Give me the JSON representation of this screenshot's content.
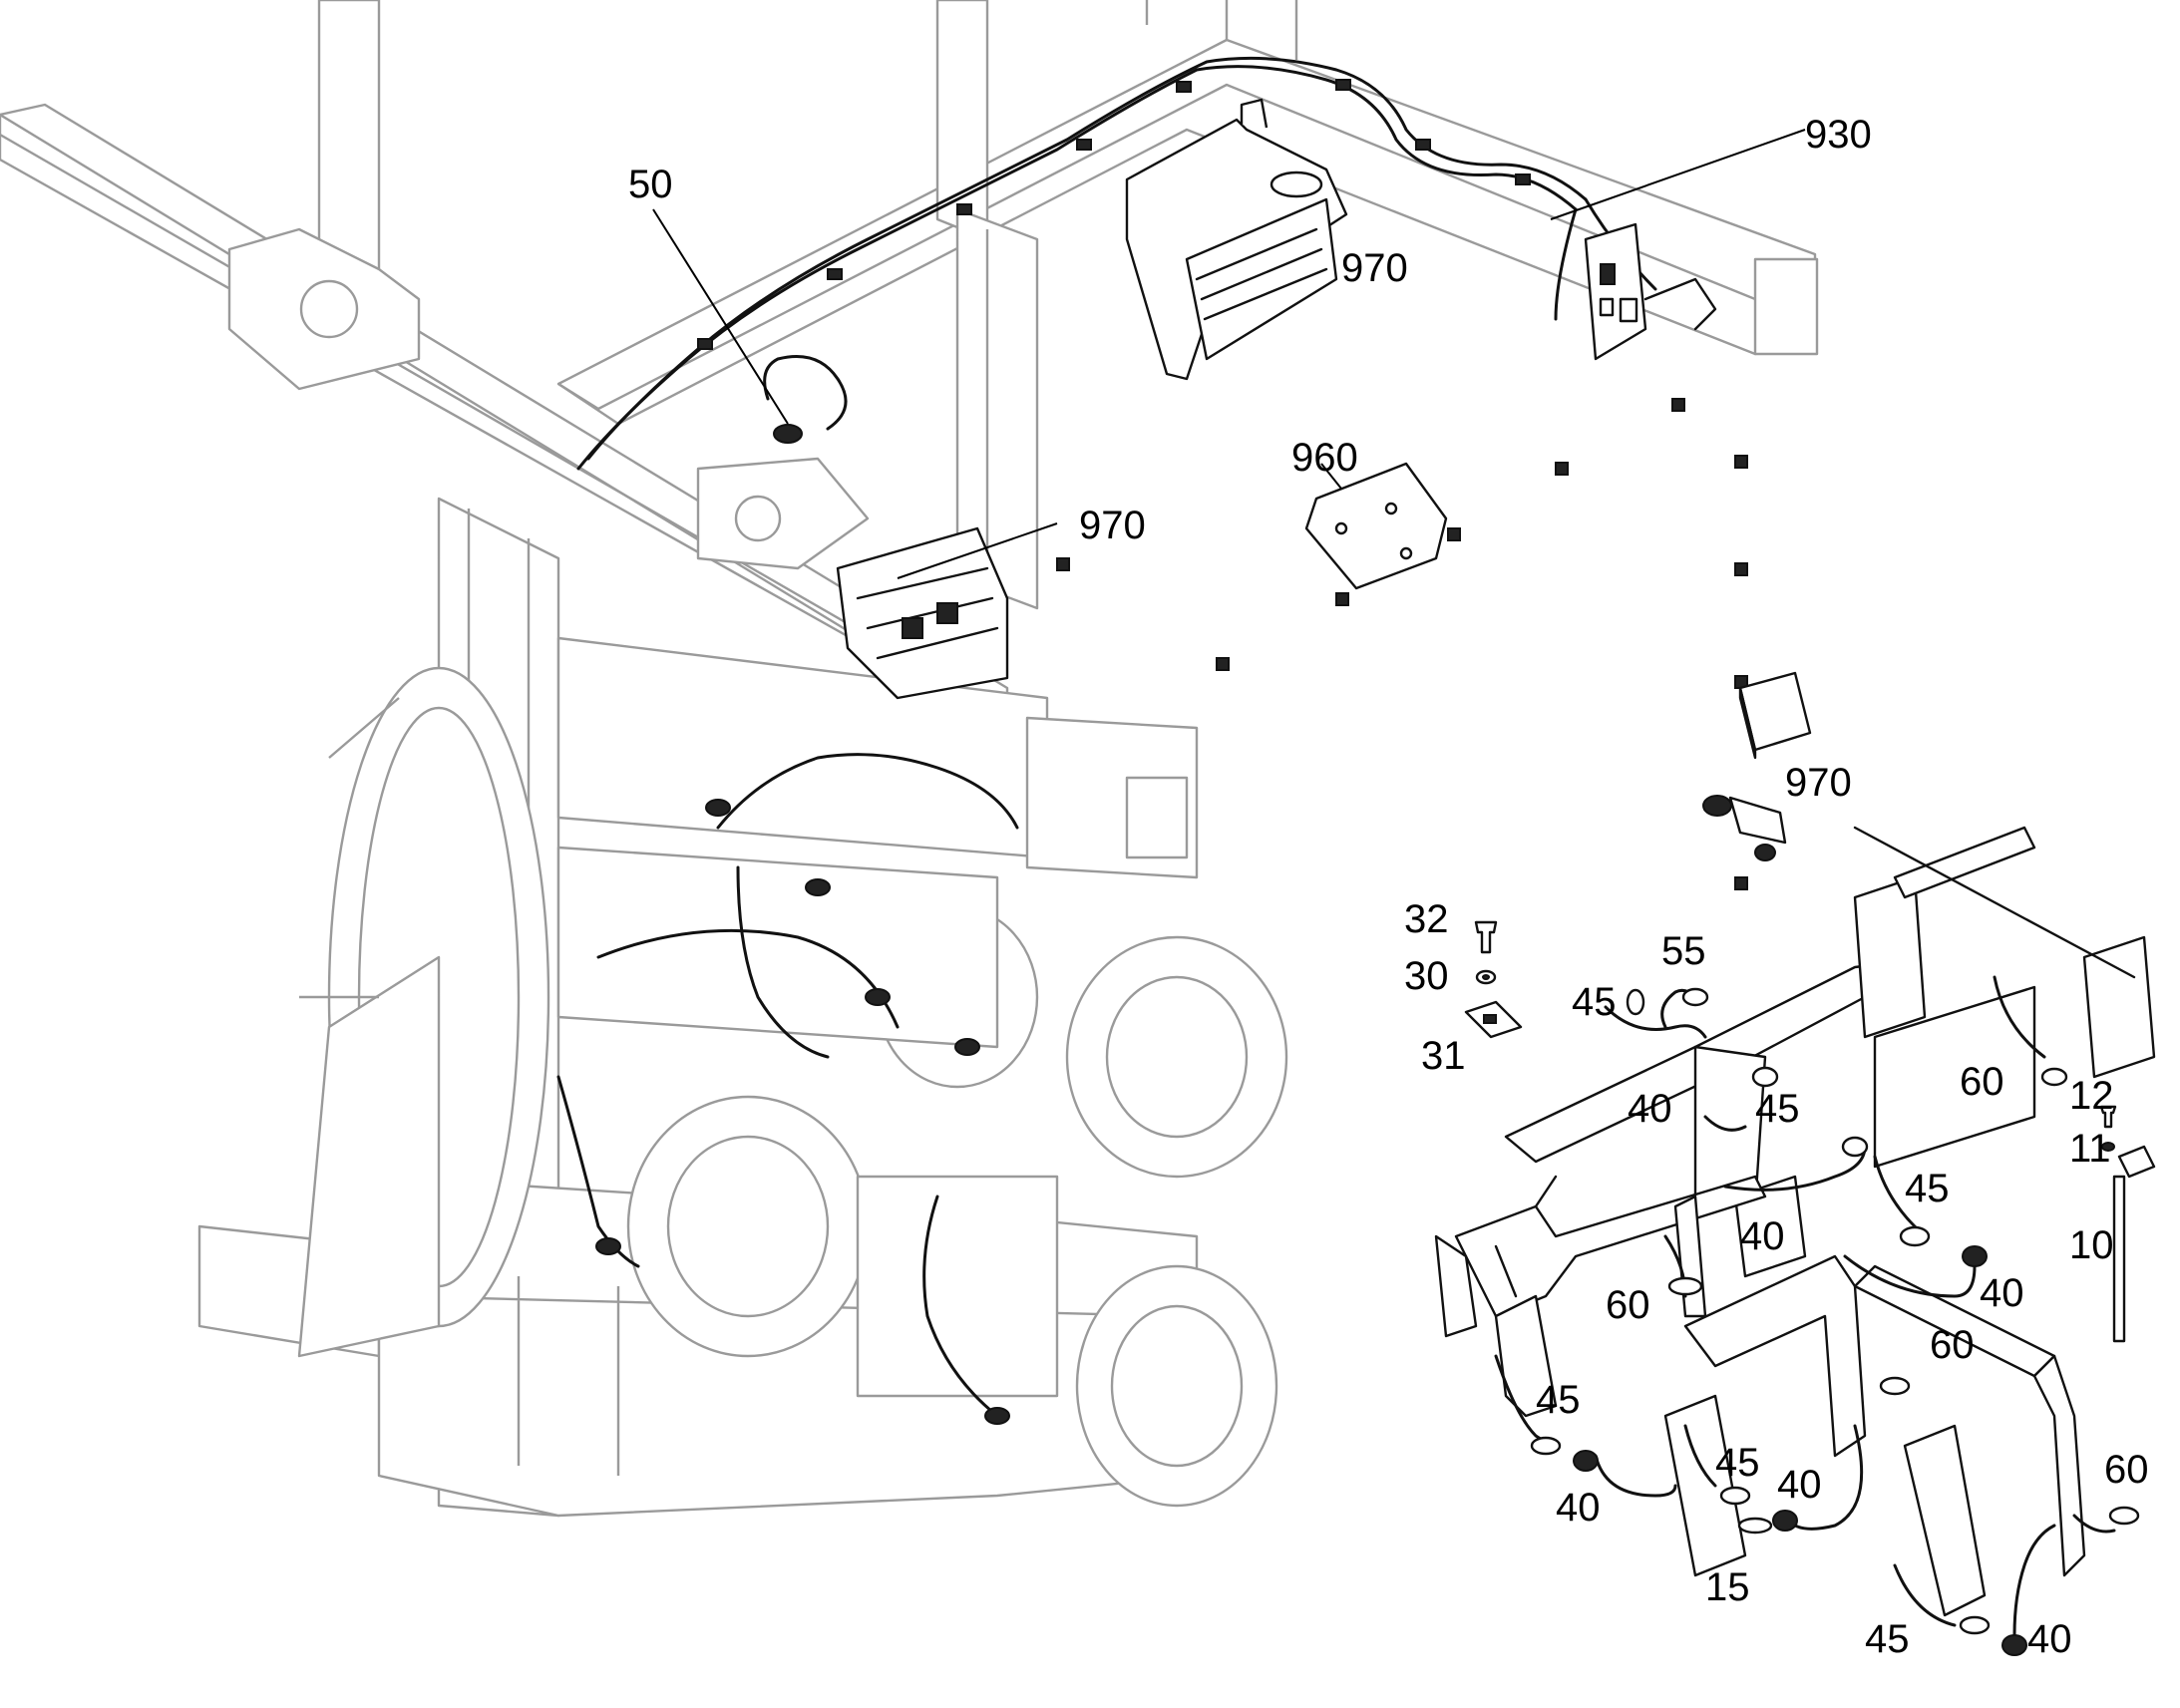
{
  "callouts": [
    {
      "id": "c-50",
      "text": "50"
    },
    {
      "id": "c-930",
      "text": "930"
    },
    {
      "id": "c-970a",
      "text": "970"
    },
    {
      "id": "c-960",
      "text": "960"
    },
    {
      "id": "c-970b",
      "text": "970"
    },
    {
      "id": "c-970c",
      "text": "970"
    },
    {
      "id": "c-32",
      "text": "32"
    },
    {
      "id": "c-30",
      "text": "30"
    },
    {
      "id": "c-31",
      "text": "31"
    },
    {
      "id": "c-55",
      "text": "55"
    },
    {
      "id": "c-45a",
      "text": "45"
    },
    {
      "id": "c-40a",
      "text": "40"
    },
    {
      "id": "c-45b",
      "text": "45"
    },
    {
      "id": "c-60a",
      "text": "60"
    },
    {
      "id": "c-12",
      "text": "12"
    },
    {
      "id": "c-11",
      "text": "11"
    },
    {
      "id": "c-10",
      "text": "10"
    },
    {
      "id": "c-45c",
      "text": "45"
    },
    {
      "id": "c-40b",
      "text": "40"
    },
    {
      "id": "c-40c",
      "text": "40"
    },
    {
      "id": "c-60b",
      "text": "60"
    },
    {
      "id": "c-60c",
      "text": "60"
    },
    {
      "id": "c-45d",
      "text": "45"
    },
    {
      "id": "c-45e",
      "text": "45"
    },
    {
      "id": "c-40d",
      "text": "40"
    },
    {
      "id": "c-40e",
      "text": "40"
    },
    {
      "id": "c-60d",
      "text": "60"
    },
    {
      "id": "c-15",
      "text": "15"
    },
    {
      "id": "c-45f",
      "text": "45"
    },
    {
      "id": "c-40f",
      "text": "40"
    }
  ]
}
